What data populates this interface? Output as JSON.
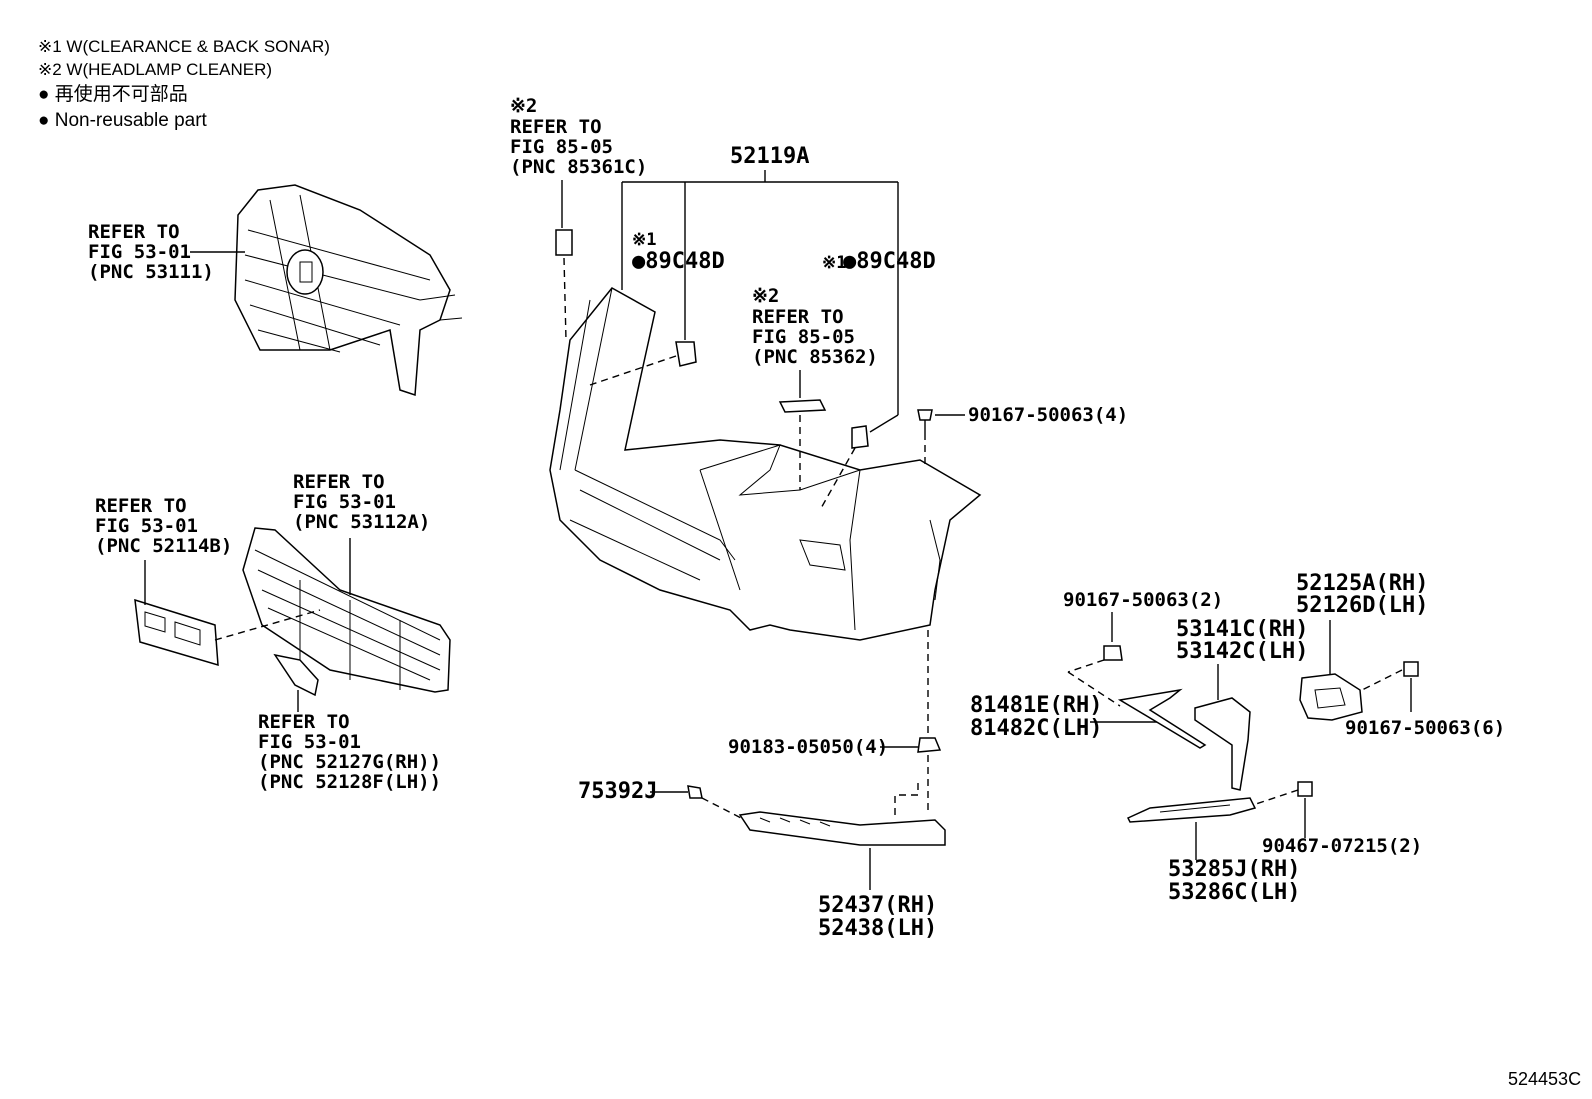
{
  "notes": {
    "n1": "※1 W(CLEARANCE & BACK SONAR)",
    "n2": "※2 W(HEADLAMP CLEANER)",
    "n3": "● 再使用不可部品",
    "n4": "● Non-reusable part"
  },
  "labels": {
    "grille_ref": [
      "REFER TO",
      "FIG 53-01",
      "(PNC 53111)"
    ],
    "lower_grille_ref": [
      "REFER TO",
      "FIG 53-01",
      "(PNC 53112A)"
    ],
    "plate_ref": [
      "REFER TO",
      "FIG 53-01",
      "(PNC 52114B)"
    ],
    "small_ref": [
      "REFER TO",
      "FIG 53-01",
      "(PNC 52127G(RH))",
      "(PNC 52128F(LH))"
    ],
    "cleaner_ref_left": [
      "※2",
      "REFER TO",
      "FIG 85-05",
      "(PNC 85361C)"
    ],
    "cleaner_ref_center": [
      "※2",
      "REFER TO",
      "FIG 85-05",
      "(PNC 85362)"
    ],
    "bumper": "52119A",
    "sonar_left_mark": "※1",
    "sonar_left": "●89C48D",
    "sonar_right_mark": "※1",
    "sonar_right": "●89C48D",
    "bolt_top": "90167-50063(4)",
    "bolt_mid": "90167-50063(2)",
    "bolt_right": "90167-50063(6)",
    "nut": "90183-05050(4)",
    "clip": "75392J",
    "spoiler": [
      "52437(RH)",
      "52438(LH)"
    ],
    "fog_bracket": [
      "52125A(RH)",
      "52126D(LH)"
    ],
    "fog_cover": [
      "53141C(RH)",
      "53142C(LH)"
    ],
    "molding": [
      "81481E(RH)",
      "81482C(LH)"
    ],
    "screw": "90467-07215(2)",
    "lower_molding": [
      "53285J(RH)",
      "53286C(LH)"
    ]
  },
  "figure_number": "524453C"
}
